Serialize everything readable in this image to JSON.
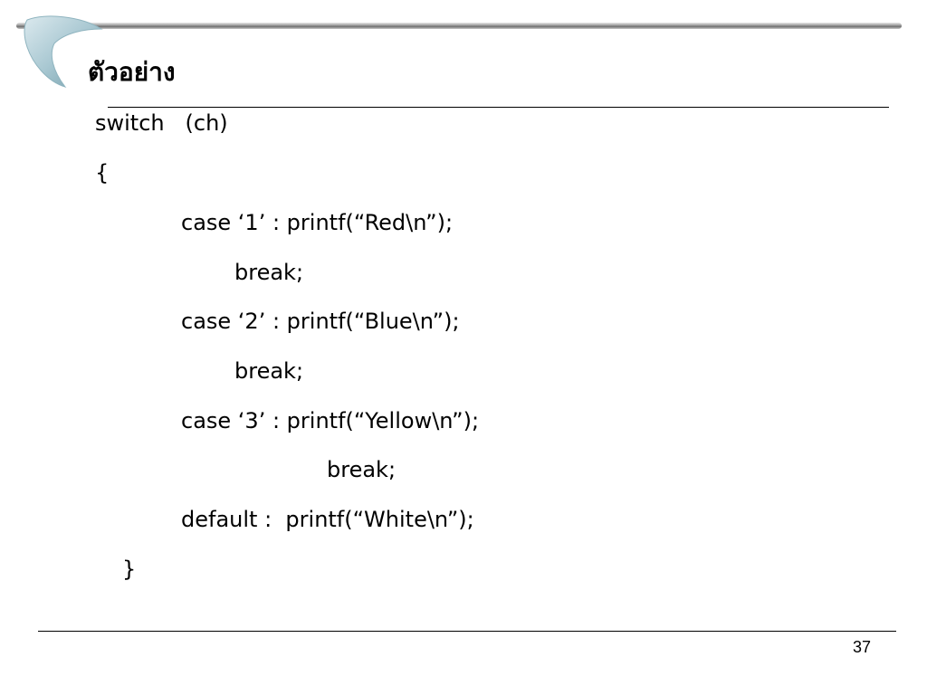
{
  "slide": {
    "title": "ตัวอย่าง",
    "code_lines": [
      "switch   (ch)",
      "{",
      "case ‘1’ : printf(“Red\\n”);",
      "break;",
      "case ‘2’ : printf(“Blue\\n”);",
      "break;",
      "case ‘3’ : printf(“Yellow\\n”);",
      "break;",
      "default :  printf(“White\\n”);",
      "}"
    ],
    "page_number": "37"
  },
  "colors": {
    "boomerang_light": "#c9dde3",
    "boomerang_dark": "#7fa8b4",
    "top_bar": "#8a8a8a",
    "text": "#000000"
  },
  "icons": {
    "decoration": "boomerang-logo-icon"
  }
}
